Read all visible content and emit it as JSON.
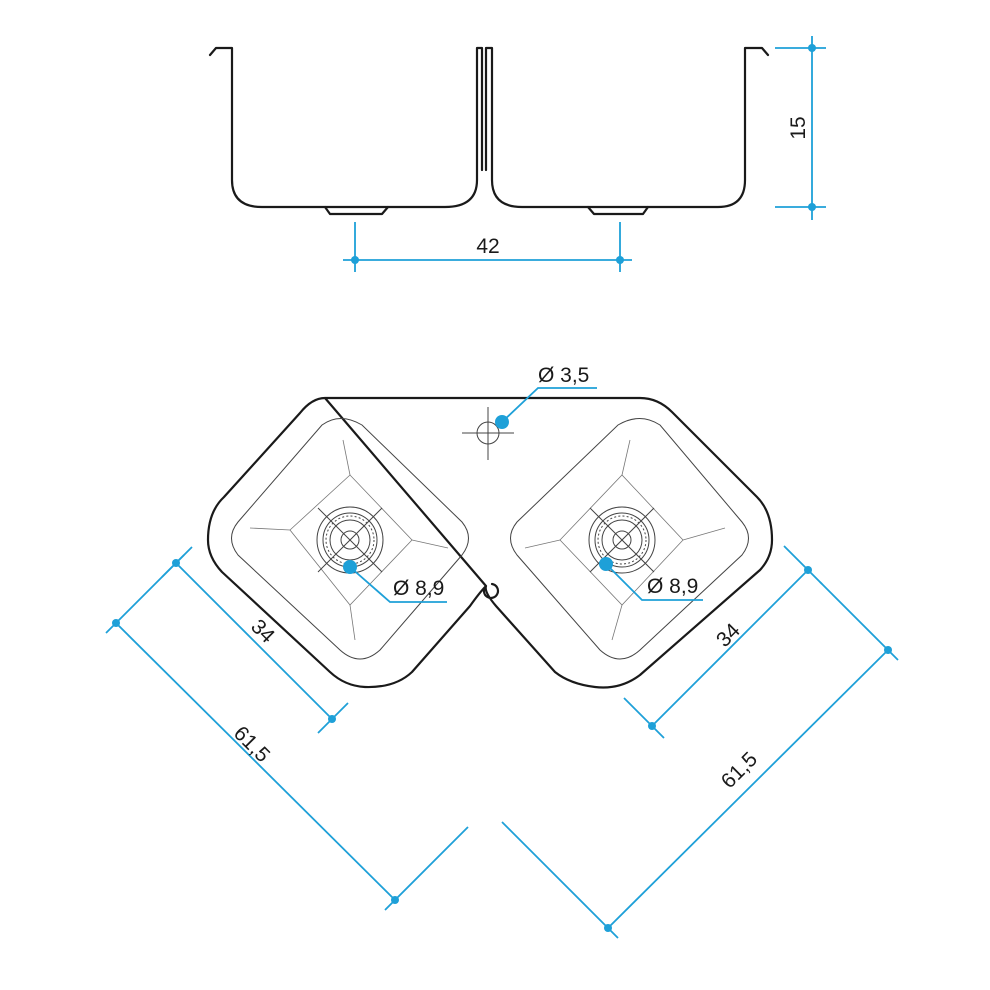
{
  "colors": {
    "dimension": "#1ea0d8",
    "outline": "#1a1a1a",
    "background": "#ffffff"
  },
  "top_view": {
    "width_label": "42",
    "height_label": "15"
  },
  "plan_view": {
    "tap_hole_label": "Ø 3,5",
    "left_drain_label": "Ø 8,9",
    "right_drain_label": "Ø 8,9",
    "left_bowl_label": "34",
    "right_bowl_label": "34",
    "left_overall_label": "61,5",
    "right_overall_label": "61,5"
  }
}
